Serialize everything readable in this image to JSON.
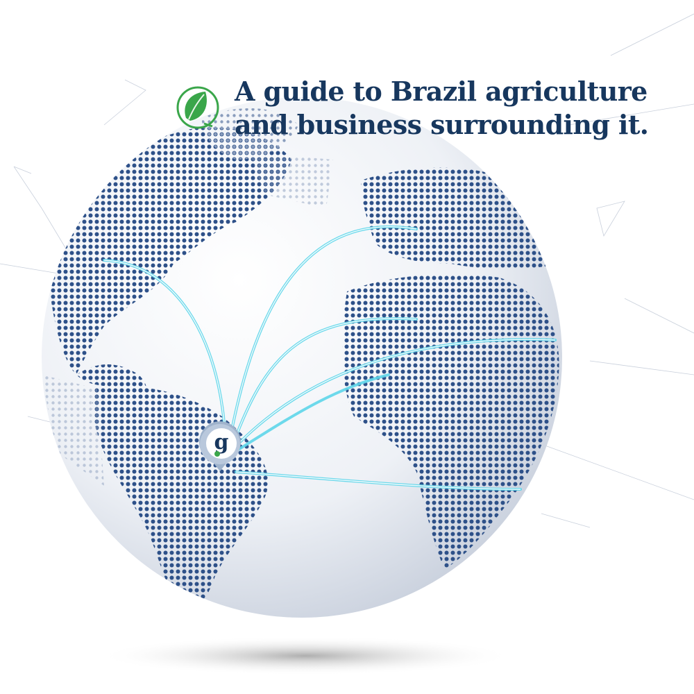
{
  "headline": {
    "line1": "A guide to Brazil agriculture",
    "line2": "and business surrounding it."
  },
  "icons": {
    "logo": "leaf-logo-icon",
    "pin": "map-pin-g-icon",
    "pin_letter": "g"
  },
  "colors": {
    "headline": "#17375e",
    "dots": "#2e5189",
    "arc": "#5fd6ea",
    "leaf": "#3aa64a"
  }
}
